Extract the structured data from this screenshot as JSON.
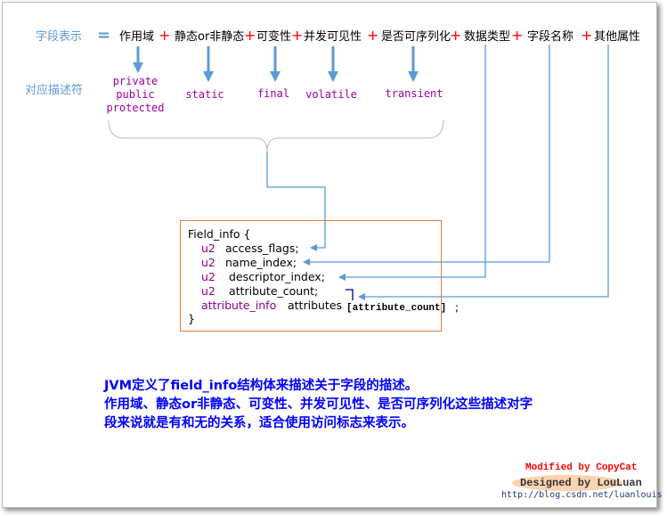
{
  "header": {
    "field_label": "字段表示",
    "equals": "=",
    "plus": "+",
    "parts": [
      "作用域",
      "静态or非静态",
      "可变性",
      "并发可见性",
      "是否可序列化",
      "数据类型",
      "字段名称",
      "其他属性"
    ]
  },
  "descriptors": {
    "label": "对应描述符",
    "scope": [
      "private",
      "public",
      "protected"
    ],
    "static": "static",
    "final": "final",
    "volatile": "volatile",
    "transient": "transient"
  },
  "struct": {
    "open": "Field_info {",
    "type": "u2",
    "fields": [
      "access_flags;",
      "name_index;",
      "descriptor_index;",
      "attribute_count;"
    ],
    "attr_type": "attribute_info",
    "attr_name": "attributes",
    "attr_index": "[attribute_count]",
    "semicolon": ";",
    "close": "}"
  },
  "note": [
    "JVM定义了field_info结构体来描述关于字段的描述。",
    "作用域、静态or非静态、可变性、并发可见性、是否可序列化这些描述对字",
    "段来说就是有和无的关系，适合使用访问标志来表示。"
  ],
  "credits": {
    "modified": "Modified by CopyCat",
    "designed": "Designed by LouLuan",
    "url": "http://blog.csdn.net/luanlouis"
  },
  "colors": {
    "arrow": "#5b9bd5",
    "box": "#e07b39",
    "keyword": "#8b008b",
    "note": "#0000ff"
  }
}
